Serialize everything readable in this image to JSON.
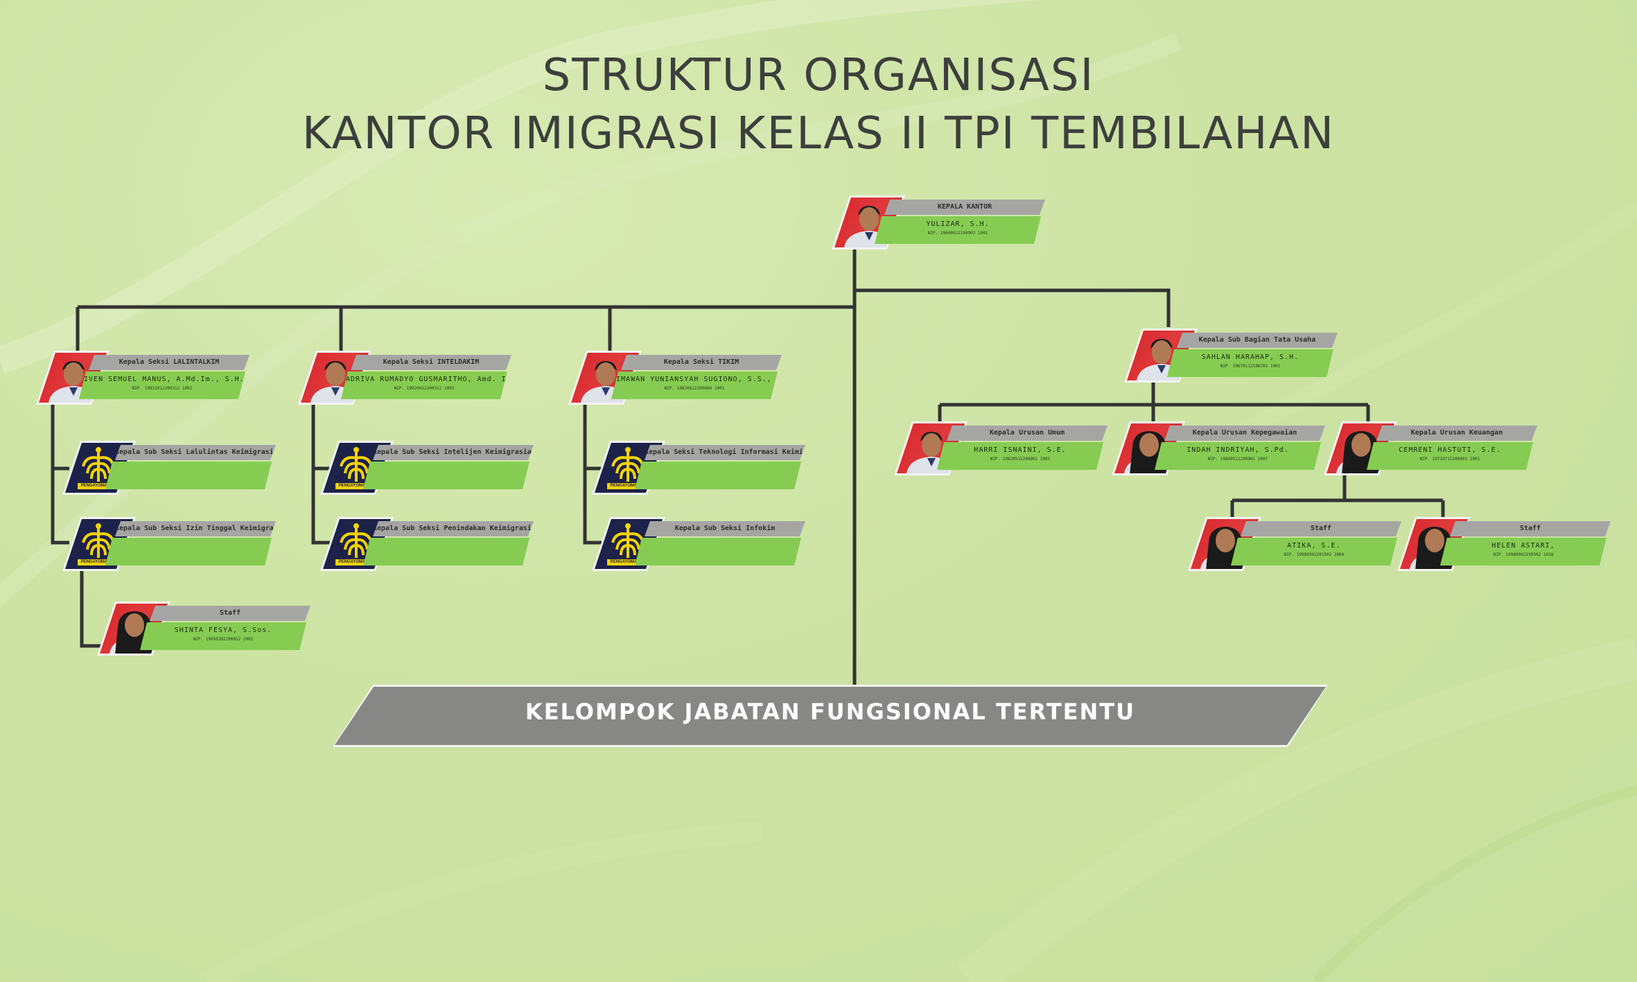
{
  "header": {
    "title_line1": "STRUKTUR ORGANISASI",
    "title_line2": "KANTOR IMIGRASI KELAS II TPI TEMBILAHAN"
  },
  "colors": {
    "background": "#cfe4a6",
    "photo_red": "#d6262b",
    "role_gray": "#a5a6a4",
    "name_green": "#86cc52",
    "connector": "#333333",
    "logo_navy": "#1c2249",
    "logo_yellow": "#f4d300",
    "banner_gray": "#878886"
  },
  "logo": {
    "text": "PENGAYOMAN",
    "icon": "pengayoman-emblem-icon"
  },
  "cards": [
    {
      "id": "kepala-kantor",
      "role": "KEPALA KANTOR",
      "name": "YULIZAR, S.H.",
      "nip": "NIP. 19660612199903 1001",
      "has_photo": true,
      "gender": "m"
    },
    {
      "id": "kasi-lalintalkim",
      "role": "Kepala Seksi LALINTALKIM",
      "name": "KIVEN SEMUEL MANUS, A.Md.Im., S.H., M.H.",
      "nip": "NIP. 19831012200312 1002",
      "has_photo": true,
      "gender": "m"
    },
    {
      "id": "kasi-inteldakim",
      "role": "Kepala Seksi INTELDAKIM",
      "name": "MADRIVA RUMADYO GUSMARITHO, Amd. Im., S.H.",
      "nip": "NIP. 19920412200312 1003",
      "has_photo": true,
      "gender": "m"
    },
    {
      "id": "kasi-tikim",
      "role": "Kepala Seksi TIKIM",
      "name": "HIMAWAN YUNIANSYAH SUGIONO, S.S., M.H.",
      "nip": "NIP. 19830622200604 1001",
      "has_photo": true,
      "gender": "m"
    },
    {
      "id": "kasubbag-tu",
      "role": "Kepala Sub Bagian Tata Usaha",
      "name": "SAHLAN HARAHAP, S.H.",
      "nip": "NIP. 19670112198703 1001",
      "has_photo": true,
      "gender": "m"
    },
    {
      "id": "kasubsi-lalintas",
      "role": "Kepala Sub Seksi Lalulintas Keimigrasian",
      "name": "",
      "nip": "",
      "has_photo": false
    },
    {
      "id": "kasubsi-izin",
      "role": "Kepala Sub Seksi Izin Tinggal Keimigrasian",
      "name": "",
      "nip": "",
      "has_photo": false
    },
    {
      "id": "staff-shinta",
      "role": "Staff",
      "name": "SHINTA FESYA, S.Sos.",
      "nip": "NIP. 19950302200812 2001",
      "has_photo": true,
      "gender": "f"
    },
    {
      "id": "kasubsi-intel",
      "role": "Kepala Sub Seksi Intelijen Keimigrasian",
      "name": "",
      "nip": "",
      "has_photo": false
    },
    {
      "id": "kasubsi-penindakan",
      "role": "Kepala Sub Seksi Penindakan Keimigrasian",
      "name": "",
      "nip": "",
      "has_photo": false
    },
    {
      "id": "kasubsi-tik",
      "role": "Kepala Seksi Teknologi Informasi Keimigrasian",
      "name": "",
      "nip": "",
      "has_photo": false
    },
    {
      "id": "kasubsi-infokim",
      "role": "Kepala Sub Seksi Infokim",
      "name": "",
      "nip": "",
      "has_photo": false
    },
    {
      "id": "kaur-umum",
      "role": "Kepala Urusan Umum",
      "name": "HARRI ISNAINI, S.E.",
      "nip": "NIP. 19820515200801 1001",
      "has_photo": true,
      "gender": "m"
    },
    {
      "id": "kaur-kepegawaian",
      "role": "Kepala Urusan Kepegawaian",
      "name": "INDAH INDRIYAH, S.Pd.",
      "nip": "NIP. 19800511200901 2007",
      "has_photo": true,
      "gender": "f"
    },
    {
      "id": "kaur-keuangan",
      "role": "Kepala Urusan Keuangan",
      "name": "CEMRENI HASTUTI, S.E.",
      "nip": "NIP. 19710715200003 2001",
      "has_photo": true,
      "gender": "f"
    },
    {
      "id": "staff-atika",
      "role": "Staff",
      "name": "ATIKA, S.E.",
      "nip": "NIP. 19980902201502 2004",
      "has_photo": true,
      "gender": "f"
    },
    {
      "id": "staff-helen",
      "role": "Staff",
      "name": "HELEN ASTARI,",
      "nip": "NIP. 19980902199502 1018",
      "has_photo": true,
      "gender": "f"
    }
  ],
  "banner": {
    "label": "KELOMPOK JABATAN FUNGSIONAL TERTENTU"
  }
}
